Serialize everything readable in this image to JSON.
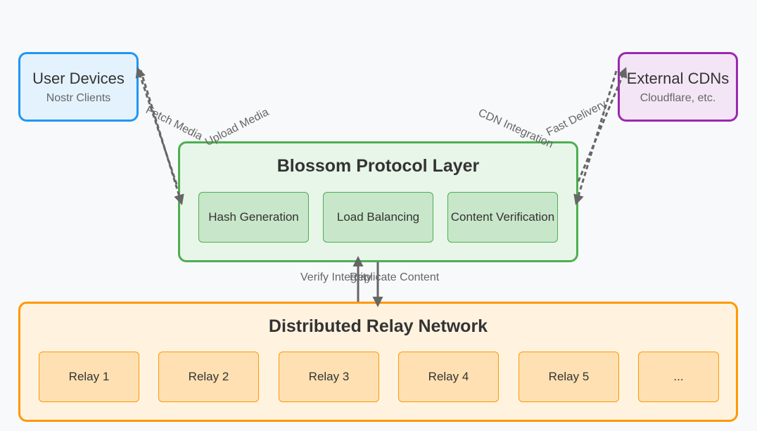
{
  "nodes": {
    "user_devices": {
      "title": "User Devices",
      "subtitle": "Nostr Clients"
    },
    "external_cdns": {
      "title": "External CDNs",
      "subtitle": "Cloudflare, etc."
    },
    "blossom": {
      "title": "Blossom Protocol Layer",
      "components": [
        "Hash Generation",
        "Load Balancing",
        "Content Verification"
      ]
    },
    "relay_network": {
      "title": "Distributed Relay Network",
      "relays": [
        "Relay 1",
        "Relay 2",
        "Relay 3",
        "Relay 4",
        "Relay 5",
        "..."
      ]
    }
  },
  "edges": {
    "upload_media": "Upload Media",
    "fetch_media": "Fetch Media",
    "cdn_integration": "CDN Integration",
    "fast_delivery": "Fast Delivery",
    "replicate_content": "Replicate Content",
    "verify_integrity": "Verify Integrity"
  },
  "colors": {
    "user_devices": "#2196f3",
    "external_cdns": "#9c27b0",
    "blossom": "#4caf50",
    "relay_network": "#ff9800",
    "arrow": "#666666"
  }
}
